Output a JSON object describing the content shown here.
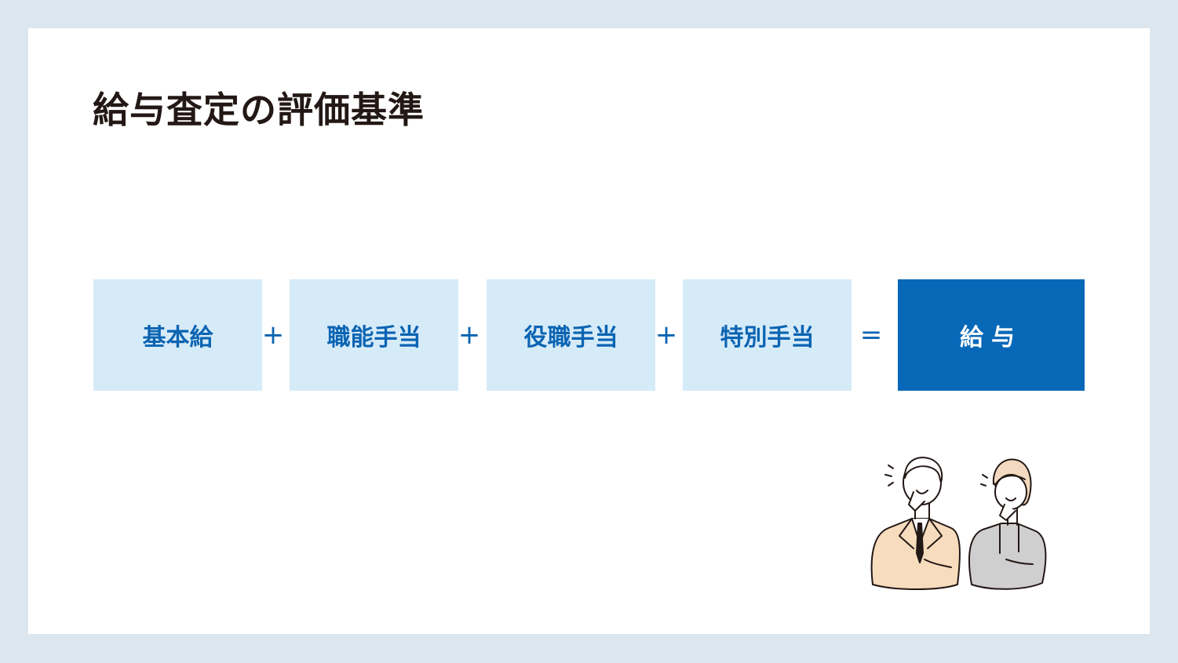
{
  "title": "給与査定の評価基準",
  "formula": {
    "terms": [
      "基本給",
      "職能手当",
      "役職手当",
      "特別手当"
    ],
    "plus": "+",
    "equals": "=",
    "result": "給与"
  },
  "colors": {
    "background": "#dce6ee",
    "term_fill": "#d6ebf8",
    "term_text": "#0b64b2",
    "result_fill": "#0868b8",
    "title_text": "#231815"
  },
  "illustration": {
    "icon": "two-businesspeople-thinking-icon"
  }
}
